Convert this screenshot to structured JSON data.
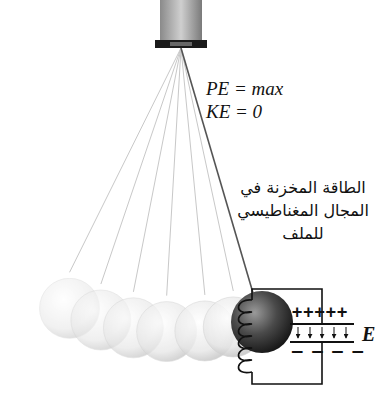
{
  "diagram": {
    "labels": [
      "PE = max",
      "KE = 0",
      "الطاقة المخزنة في المجال المغناطيسي للملف",
      "+++++",
      "− − − −",
      "E"
    ]
  }
}
